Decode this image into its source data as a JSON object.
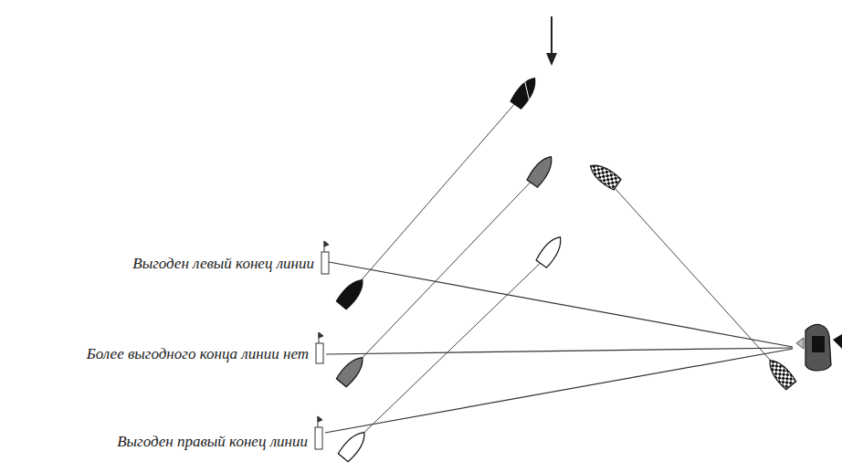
{
  "diagram": {
    "labels": [
      "Выгоден левый конец линии",
      "Более выгодного конца линии нет",
      "Выгоден правый конец линии"
    ]
  }
}
